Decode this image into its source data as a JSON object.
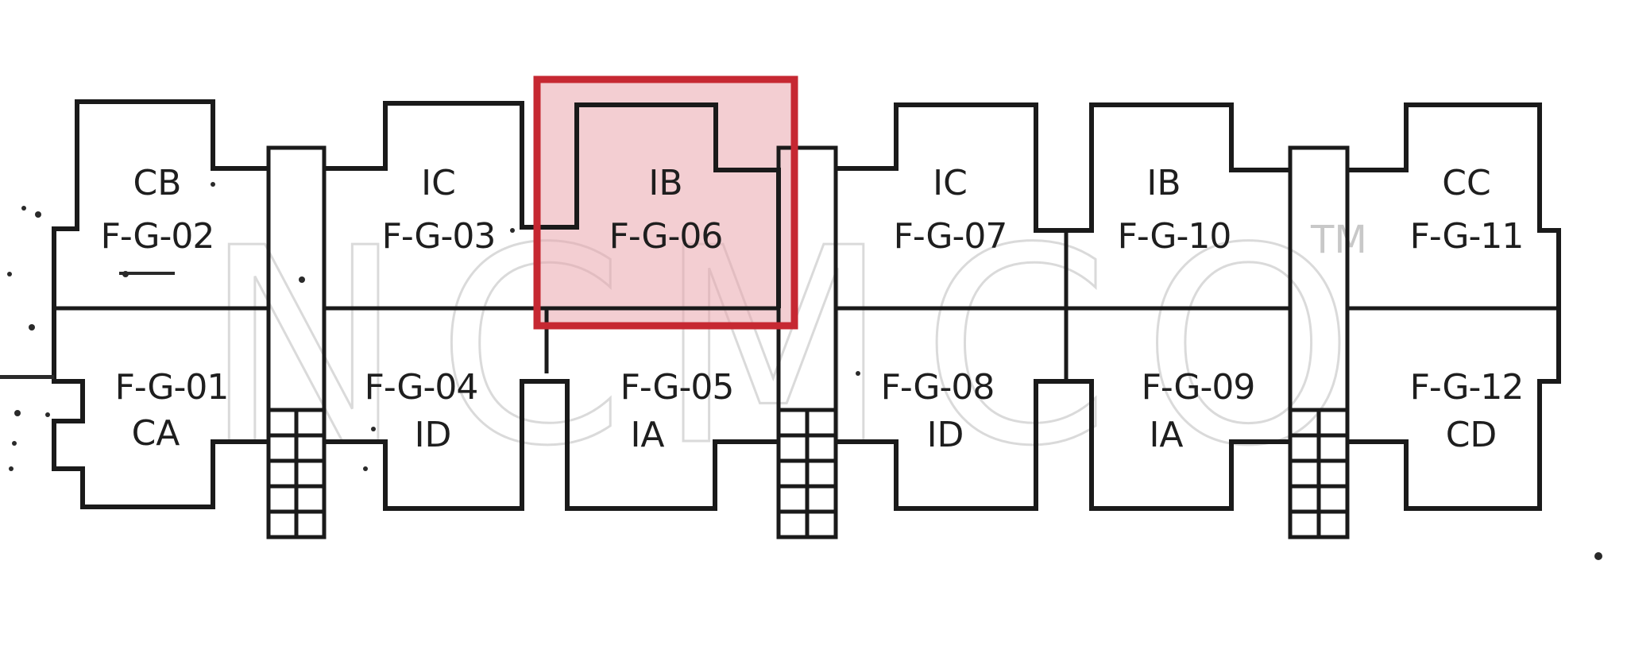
{
  "units": [
    {
      "id": "F-G-02",
      "type": "CB"
    },
    {
      "id": "F-G-03",
      "type": "IC"
    },
    {
      "id": "F-G-06",
      "type": "IB",
      "highlighted": true
    },
    {
      "id": "F-G-07",
      "type": "IC"
    },
    {
      "id": "F-G-10",
      "type": "IB"
    },
    {
      "id": "F-G-11",
      "type": "CC"
    },
    {
      "id": "F-G-01",
      "type": "CA"
    },
    {
      "id": "F-G-04",
      "type": "ID"
    },
    {
      "id": "F-G-05",
      "type": "IA"
    },
    {
      "id": "F-G-08",
      "type": "ID"
    },
    {
      "id": "F-G-09",
      "type": "IA"
    },
    {
      "id": "F-G-12",
      "type": "CD"
    }
  ],
  "watermark": {
    "text": "NCMCO",
    "tm": "TM"
  },
  "colors": {
    "highlight_border": "#c62832",
    "highlight_fill": "#e9a6ad",
    "wall": "#1a1a1a"
  }
}
